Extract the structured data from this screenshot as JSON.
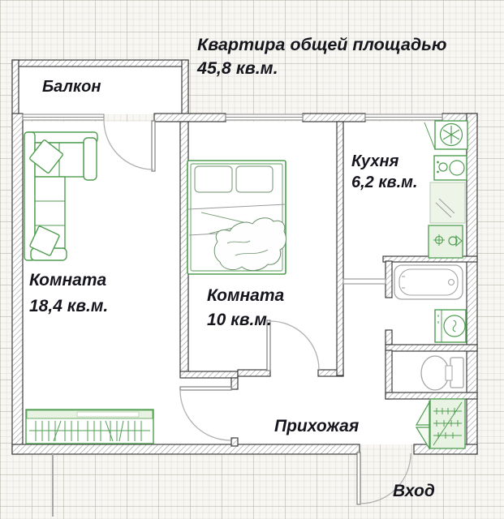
{
  "title": {
    "line1": "Квартира общей площадью",
    "line2": "45,8 кв.м."
  },
  "rooms": {
    "balcony": {
      "label": "Балкон"
    },
    "living": {
      "label": "Комната",
      "area": "18,4 кв.м."
    },
    "bedroom": {
      "label": "Комната",
      "area": "10 кв.м."
    },
    "kitchen": {
      "label": "Кухня",
      "area": "6,2 кв.м."
    },
    "hallway": {
      "label": "Прихожая"
    },
    "entrance": {
      "label": "Вход"
    }
  },
  "fixtures": {
    "living": [
      "corner-sofa-icon",
      "bookshelf-icon"
    ],
    "bedroom": [
      "double-bed-icon"
    ],
    "kitchen": [
      "fridge-icon",
      "stove-icon",
      "counter-icon",
      "sink-icon"
    ],
    "bathroom": [
      "bathtub-icon",
      "washing-machine-icon"
    ],
    "wc": [
      "toilet-icon"
    ],
    "hallway": [
      "wardrobe-icon"
    ]
  },
  "colors": {
    "furniture_green": "#4f9d50",
    "wall_outline": "#3d3d3d",
    "fixture_gray": "#a5a5a5",
    "text": "#15151d",
    "grid_background": "#f8f7f3"
  }
}
